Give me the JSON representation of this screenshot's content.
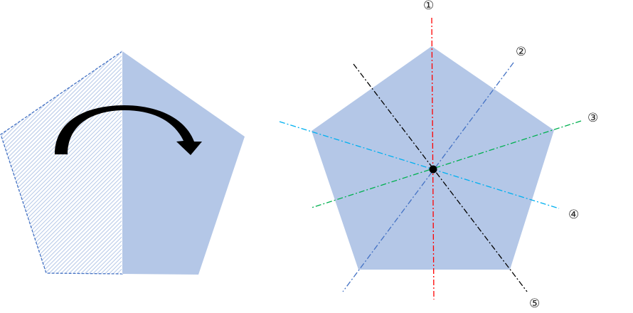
{
  "colors": {
    "pentagon_fill": "#b4c7e7",
    "dashed_outline": "#4472c4",
    "axis_1": "#ff0000",
    "axis_2": "#4472c4",
    "axis_3": "#00b050",
    "axis_4": "#00b0f0",
    "axis_5": "#000000"
  },
  "left_figure": {
    "icon": "curved-arrow-flip"
  },
  "right_figure": {
    "axis_labels": [
      "①",
      "②",
      "③",
      "④",
      "⑤"
    ]
  }
}
